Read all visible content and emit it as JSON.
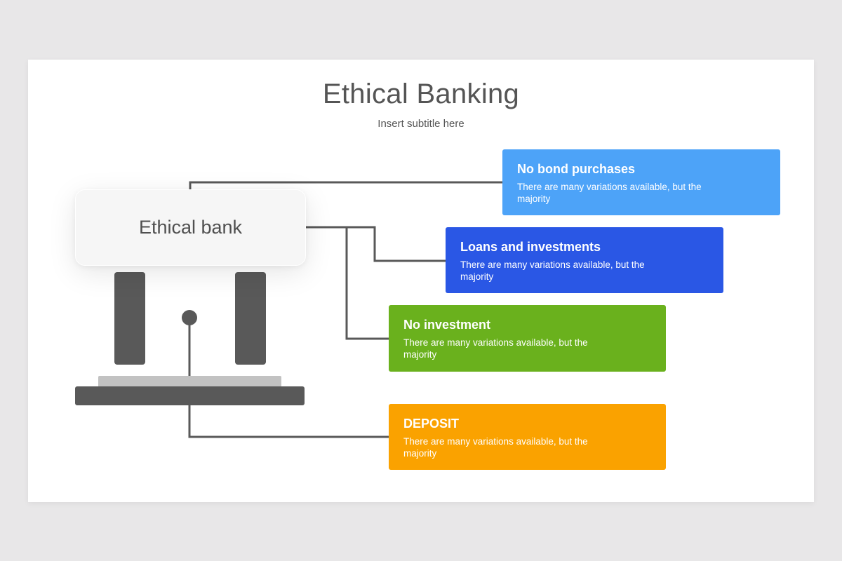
{
  "header": {
    "title": "Ethical Banking",
    "subtitle": "Insert subtitle here"
  },
  "bank": {
    "label": "Ethical bank"
  },
  "cards": [
    {
      "title": "No bond purchases",
      "text": "There are many variations  available, but the majority",
      "color": "#4da3f8"
    },
    {
      "title": "Loans and investments",
      "text": "There are many variations  available, but the majority",
      "color": "#2a57e5"
    },
    {
      "title": "No investment",
      "text": "There are many variations  available, but the majority",
      "color": "#6ab11d"
    },
    {
      "title": "DEPOSIT",
      "text": "There are many variations  available, but the majority",
      "color": "#faa200"
    }
  ],
  "colors": {
    "connector": "#595959",
    "icon": "#595959",
    "background": "#e8e7e8",
    "slide": "#ffffff"
  }
}
